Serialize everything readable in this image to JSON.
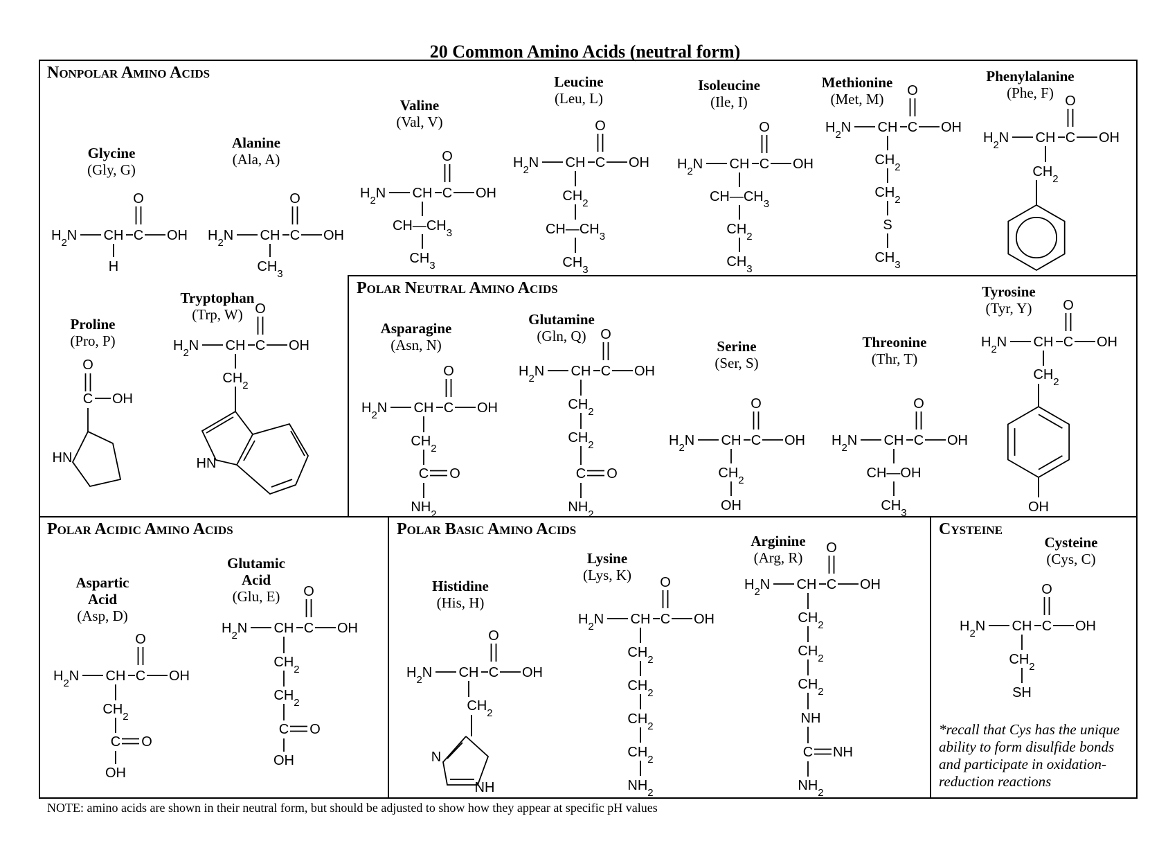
{
  "title": "20 Common Amino Acids (neutral form)",
  "sections": {
    "nonpolar": "Nonpolar Amino Acids",
    "polar_neutral": "Polar Neutral Amino Acids",
    "polar_acidic": "Polar Acidic Amino Acids",
    "polar_basic": "Polar Basic Amino Acids",
    "cysteine": "Cysteine"
  },
  "amino_acids": {
    "glycine": {
      "name": "Glycine",
      "abbr": "(Gly, G)",
      "side_chain": [
        "H"
      ]
    },
    "alanine": {
      "name": "Alanine",
      "abbr": "(Ala, A)",
      "side_chain": [
        "CH3"
      ]
    },
    "valine": {
      "name": "Valine",
      "abbr": "(Val, V)",
      "side_chain": [
        "CH—CH3",
        "CH3"
      ]
    },
    "leucine": {
      "name": "Leucine",
      "abbr": "(Leu, L)",
      "side_chain": [
        "CH2",
        "CH—CH3",
        "CH3"
      ]
    },
    "isoleucine": {
      "name": "Isoleucine",
      "abbr": "(Ile, I)",
      "side_chain": [
        "CH—CH3",
        "CH2",
        "CH3"
      ]
    },
    "methionine": {
      "name": "Methionine",
      "abbr": "(Met, M)",
      "side_chain": [
        "CH2",
        "CH2",
        "S",
        "CH3"
      ]
    },
    "phenylalanine": {
      "name": "Phenylalanine",
      "abbr": "(Phe, F)",
      "side_chain": [
        "CH2"
      ]
    },
    "proline": {
      "name": "Proline",
      "abbr": "(Pro, P)",
      "atoms": [
        "O",
        "C",
        "OH",
        "HN"
      ]
    },
    "tryptophan": {
      "name": "Tryptophan",
      "abbr": "(Trp, W)",
      "side_chain": [
        "CH2",
        "HN"
      ]
    },
    "asparagine": {
      "name": "Asparagine",
      "abbr": "(Asn, N)",
      "side_chain": [
        "CH2",
        "C",
        "O",
        "NH2"
      ]
    },
    "glutamine": {
      "name": "Glutamine",
      "abbr": "(Gln, Q)",
      "side_chain": [
        "CH2",
        "CH2",
        "C",
        "O",
        "NH2"
      ]
    },
    "serine": {
      "name": "Serine",
      "abbr": "(Ser, S)",
      "side_chain": [
        "CH2",
        "OH"
      ]
    },
    "threonine": {
      "name": "Threonine",
      "abbr": "(Thr, T)",
      "side_chain": [
        "CH—OH",
        "CH3"
      ]
    },
    "tyrosine": {
      "name": "Tyrosine",
      "abbr": "(Tyr, Y)",
      "side_chain": [
        "CH2",
        "OH"
      ]
    },
    "aspartic_acid": {
      "name": [
        "Aspartic",
        "Acid"
      ],
      "abbr": "(Asp, D)",
      "side_chain": [
        "CH2",
        "C",
        "O",
        "OH"
      ]
    },
    "glutamic_acid": {
      "name": [
        "Glutamic",
        "Acid"
      ],
      "abbr": "(Glu, E)",
      "side_chain": [
        "CH2",
        "CH2",
        "C",
        "O",
        "OH"
      ]
    },
    "histidine": {
      "name": "Histidine",
      "abbr": "(His, H)",
      "side_chain": [
        "CH2",
        "N",
        "NH"
      ]
    },
    "lysine": {
      "name": "Lysine",
      "abbr": "(Lys, K)",
      "side_chain": [
        "CH2",
        "CH2",
        "CH2",
        "CH2",
        "NH2"
      ]
    },
    "arginine": {
      "name": "Arginine",
      "abbr": "(Arg, R)",
      "side_chain": [
        "CH2",
        "CH2",
        "CH2",
        "NH",
        "C",
        "NH",
        "NH2"
      ]
    },
    "cysteine": {
      "name": "Cysteine",
      "abbr": "(Cys, C)",
      "side_chain": [
        "CH2",
        "SH"
      ]
    }
  },
  "backbone": {
    "amine": "H2N",
    "alpha": "CH",
    "carbonyl": "C",
    "oxygen": "O",
    "hydroxyl": "OH"
  },
  "cysteine_note": [
    "*recall that Cys has the unique",
    "ability to form disulfide bonds",
    "and participate in oxidation-",
    "reduction reactions"
  ],
  "footer_note": "NOTE: amino acids are shown in their neutral form, but should be adjusted to show how they appear at specific pH values"
}
